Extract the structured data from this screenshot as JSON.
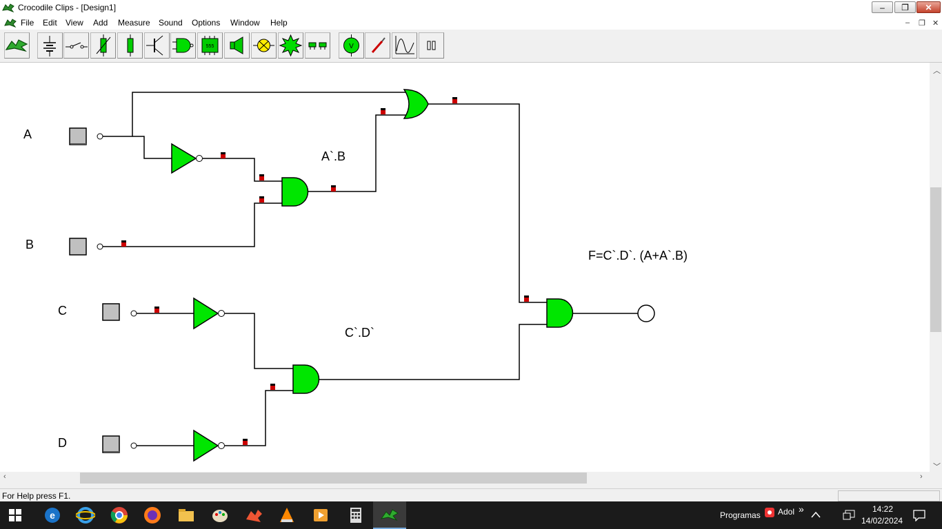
{
  "window": {
    "title": "Crocodile Clips - [Design1]",
    "controls": {
      "minimize": "–",
      "restore": "❐",
      "close": "✕"
    }
  },
  "menu": {
    "items": [
      "File",
      "Edit",
      "View",
      "Add",
      "Measure",
      "Sound",
      "Options",
      "Window",
      "Help"
    ],
    "mdi_controls": {
      "minimize": "–",
      "restore": "❐",
      "close": "✕"
    }
  },
  "toolbar": {
    "buttons": [
      {
        "name": "crocodile-logo-icon"
      },
      {
        "name": "battery-icon"
      },
      {
        "name": "switch-icon"
      },
      {
        "name": "variable-resistor-icon"
      },
      {
        "name": "resistor-icon"
      },
      {
        "name": "transistor-icon"
      },
      {
        "name": "and-gate-icon"
      },
      {
        "name": "ic-555-icon",
        "label": "555"
      },
      {
        "name": "speaker-icon"
      },
      {
        "name": "lamp-icon"
      },
      {
        "name": "burst-icon"
      },
      {
        "name": "connector-icon"
      },
      {
        "name": "voltmeter-icon",
        "label": "V"
      },
      {
        "name": "probe-icon"
      },
      {
        "name": "graph-icon"
      },
      {
        "name": "pause-icon"
      }
    ]
  },
  "circuit": {
    "inputs": [
      {
        "label": "A"
      },
      {
        "label": "B"
      },
      {
        "label": "C"
      },
      {
        "label": "D"
      }
    ],
    "annotations": {
      "ab": "A`.B",
      "cd": "C`.D`",
      "f": "F=C`.D`. (A+A`.B)"
    }
  },
  "statusbar": {
    "text": "For Help press F1."
  },
  "taskbar": {
    "tray": {
      "programs_label": "Programas",
      "user_label": "Adol",
      "overflow": "»",
      "time": "14:22",
      "date": "14/02/2024"
    }
  }
}
